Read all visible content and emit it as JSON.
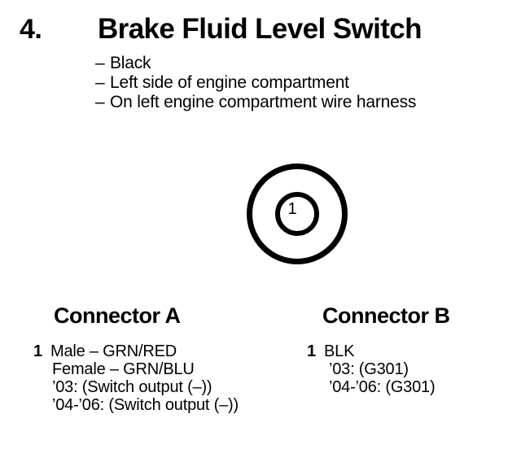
{
  "header": {
    "number": "4.",
    "title": "Brake Fluid Level Switch"
  },
  "bullets": [
    {
      "dash": "–",
      "text": "Black"
    },
    {
      "dash": "–",
      "text": "Left side of engine compartment"
    },
    {
      "dash": "–",
      "text": "On left engine compartment wire harness"
    }
  ],
  "diagram": {
    "pin_label": "1"
  },
  "connectors": [
    {
      "heading": "Connector A",
      "pin": "1",
      "first_line": "Male – GRN/RED",
      "continuation": [
        "Female – GRN/BLU",
        "’03: (Switch output (–))",
        "’04-’06: (Switch output (–))"
      ]
    },
    {
      "heading": "Connector B",
      "pin": "1",
      "first_line": "BLK",
      "continuation": [
        "’03: (G301)",
        "’04-’06: (G301)"
      ]
    }
  ],
  "colors": {
    "background": "#ffffff",
    "ink": "#000000"
  }
}
